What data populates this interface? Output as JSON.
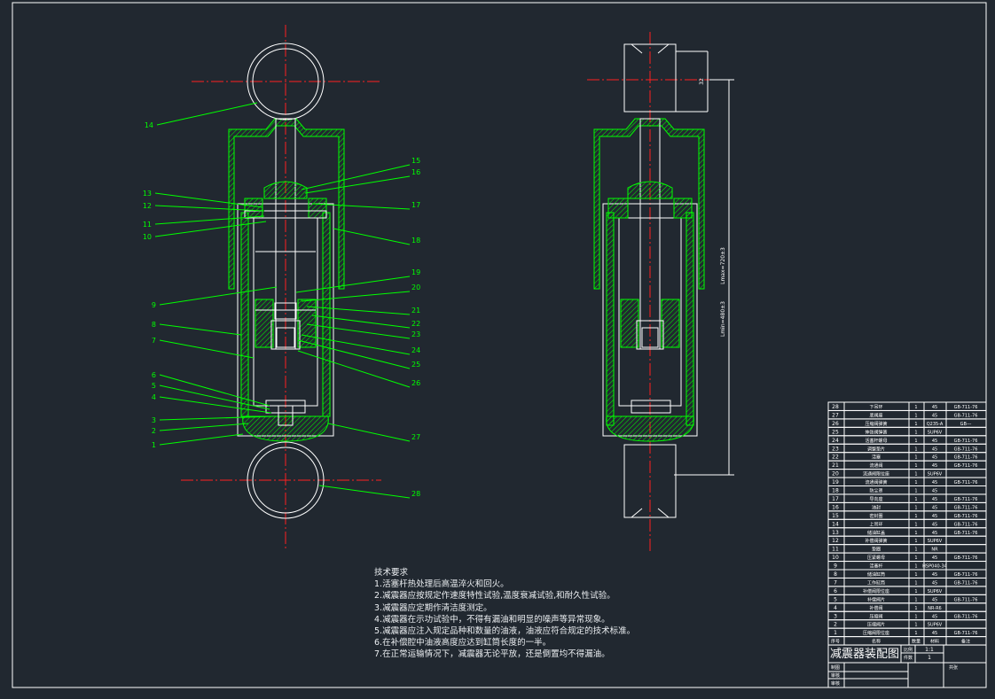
{
  "drawing": {
    "title_block": {
      "name": "减震器装配图",
      "scale_label": "比例",
      "scale": "1:1",
      "qty_label": "件数",
      "qty": "1",
      "drawn_label": "制图",
      "check_label": "审核",
      "approve_label": "审核",
      "sheet_label": "共张",
      "header": {
        "no": "序号",
        "name": "名称",
        "qty": "数量",
        "mat": "材料",
        "note": "备注"
      }
    },
    "parts": [
      {
        "no": "28",
        "name": "下吊环",
        "qty": "1",
        "mat": "45",
        "note": "GB-711-76"
      },
      {
        "no": "27",
        "name": "底阀座",
        "qty": "1",
        "mat": "45",
        "note": "GB-711-76"
      },
      {
        "no": "26",
        "name": "压缩阀弹簧",
        "qty": "1",
        "mat": "Q235-A",
        "note": "GB---"
      },
      {
        "no": "25",
        "name": "伸张阀弹簧",
        "qty": "1",
        "mat": "SUP6V",
        "note": ""
      },
      {
        "no": "24",
        "name": "活塞杆螺母",
        "qty": "1",
        "mat": "45",
        "note": "GB-711-76"
      },
      {
        "no": "23",
        "name": "调整垫片",
        "qty": "1",
        "mat": "45",
        "note": "GB-711-76"
      },
      {
        "no": "22",
        "name": "活塞",
        "qty": "1",
        "mat": "45",
        "note": "GB-711-76"
      },
      {
        "no": "21",
        "name": "流通阀",
        "qty": "1",
        "mat": "45",
        "note": "GB-711-76"
      },
      {
        "no": "20",
        "name": "流通阀限位座",
        "qty": "1",
        "mat": "SUP6V",
        "note": ""
      },
      {
        "no": "19",
        "name": "流通阀弹簧",
        "qty": "1",
        "mat": "45",
        "note": "GB-711-76"
      },
      {
        "no": "18",
        "name": "防尘罩",
        "qty": "1",
        "mat": "45",
        "note": ""
      },
      {
        "no": "17",
        "name": "导向座",
        "qty": "1",
        "mat": "45",
        "note": "GB-711-76"
      },
      {
        "no": "16",
        "name": "油封",
        "qty": "1",
        "mat": "45",
        "note": "GB-711-76"
      },
      {
        "no": "15",
        "name": "密封圈",
        "qty": "1",
        "mat": "45",
        "note": "GB-711-76"
      },
      {
        "no": "14",
        "name": "上吊环",
        "qty": "1",
        "mat": "45",
        "note": "GB-711-76"
      },
      {
        "no": "13",
        "name": "储油缸盖",
        "qty": "1",
        "mat": "45",
        "note": "GB-711-76"
      },
      {
        "no": "12",
        "name": "补偿阀弹簧",
        "qty": "1",
        "mat": "SUP6V",
        "note": ""
      },
      {
        "no": "11",
        "name": "垫圈",
        "qty": "1",
        "mat": "NR",
        "note": ""
      },
      {
        "no": "10",
        "name": "压紧螺母",
        "qty": "1",
        "mat": "45",
        "note": "GB-711-76"
      },
      {
        "no": "9",
        "name": "活塞杆",
        "qty": "1",
        "mat": "HSP040-34",
        "note": ""
      },
      {
        "no": "8",
        "name": "储油缸筒",
        "qty": "1",
        "mat": "45",
        "note": "GB-711-76"
      },
      {
        "no": "7",
        "name": "工作缸筒",
        "qty": "1",
        "mat": "45",
        "note": "GB-711-76"
      },
      {
        "no": "6",
        "name": "补偿阀限位座",
        "qty": "1",
        "mat": "SUP6V",
        "note": ""
      },
      {
        "no": "5",
        "name": "补偿阀片",
        "qty": "1",
        "mat": "45",
        "note": "GB-711-76"
      },
      {
        "no": "4",
        "name": "补偿阀",
        "qty": "1",
        "mat": "NR-R6",
        "note": ""
      },
      {
        "no": "3",
        "name": "压缩阀",
        "qty": "1",
        "mat": "45",
        "note": "GB-711-76"
      },
      {
        "no": "2",
        "name": "压缩阀片",
        "qty": "1",
        "mat": "SUP6V",
        "note": ""
      },
      {
        "no": "1",
        "name": "压缩阀限位座",
        "qty": "1",
        "mat": "45",
        "note": "GB-711-76"
      }
    ],
    "notes_title": "技术要求",
    "notes": [
      "1.活塞杆热处理后高温淬火和回火。",
      "2.减震器应按规定作速度特性试验,温度衰减试验,和耐久性试验。",
      "3.减震器应定期作清洁度测定。",
      "4.减震器在示功试验中，不得有漏油和明显的噪声等异常现象。",
      "5.减震器应注入规定品种和数量的油液，油液应符合规定的技术标准。",
      "6.在补偿腔中油液高度应达到缸筒长度的一半。",
      "7.在正常运输情况下，减震器无论平放，还是倒置均不得漏油。"
    ],
    "left_balloons": [
      "14",
      "13",
      "12",
      "11",
      "10",
      "9",
      "8",
      "7",
      "6",
      "5",
      "4",
      "3",
      "2",
      "1"
    ],
    "right_balloons": [
      "15",
      "16",
      "17",
      "18",
      "19",
      "20",
      "21",
      "22",
      "23",
      "24",
      "25",
      "26",
      "27",
      "28"
    ],
    "dims": {
      "top": "32",
      "total": "Lmax=720±3",
      "min": "Lmin=480±3"
    },
    "colors": {
      "background": "#212830",
      "outline": "#ffffff",
      "section": "#00ff00",
      "center": "#ff2020",
      "dimension": "#ffffff"
    }
  }
}
